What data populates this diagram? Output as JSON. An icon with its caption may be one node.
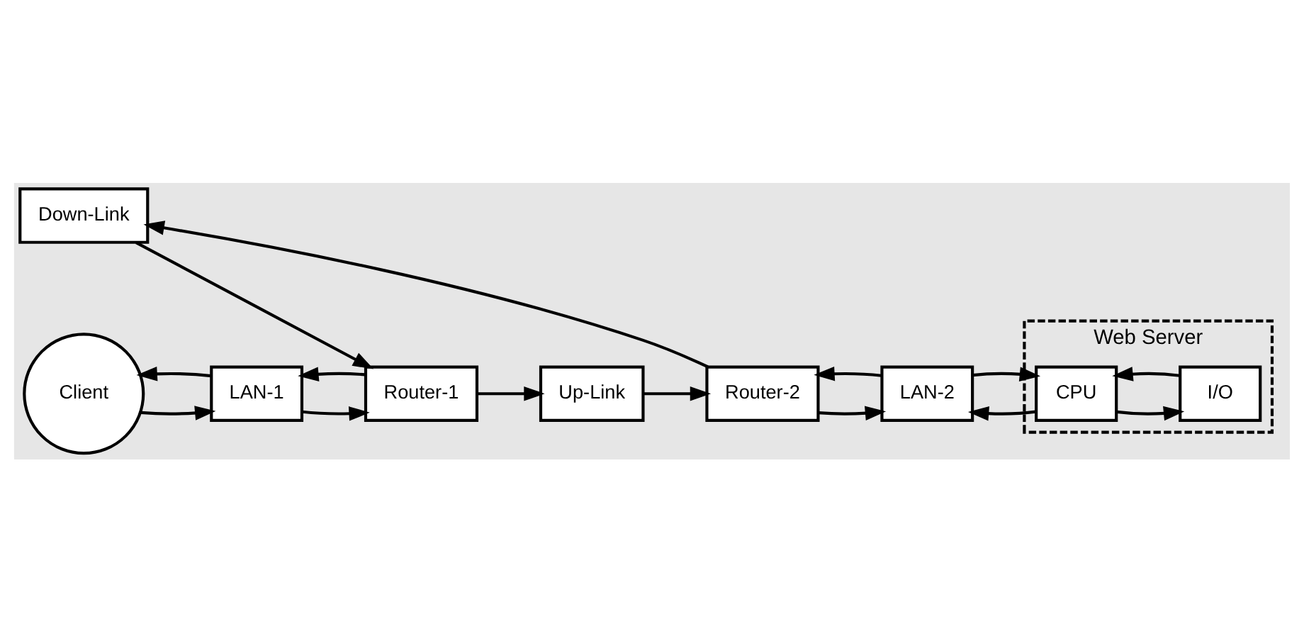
{
  "diagram": {
    "nodes": [
      {
        "text": [
          "Up-Link"
        ]
      },
      {
        "text": [
          "Web Server"
        ]
      },
      {
        "text": [
          "Client"
        ]
      },
      {
        "text": [
          "LAN-1"
        ]
      },
      {
        "text": [
          "LAN-2"
        ]
      },
      {
        "text": [
          "CPU"
        ],
        "in": 1
      },
      {
        "text": [
          "I/O"
        ],
        "in": 1
      },
      {
        "text": [
          "Router-2"
        ]
      },
      {
        "text": [
          "Router-1"
        ]
      },
      {
        "text": [
          "Down-Link"
        ]
      }
    ],
    "edges": [
      {
        "from": 2,
        "to": 3,
        "arrow": "to"
      },
      {
        "from": 8,
        "to": 3,
        "arrow": "to"
      },
      {
        "from": 8,
        "to": 0,
        "arrow": "to"
      },
      {
        "from": 0,
        "to": 7,
        "arrow": "to"
      },
      {
        "from": 4,
        "to": 7,
        "arrow": "to"
      },
      {
        "from": 4,
        "to": 5,
        "arrow": "to"
      },
      {
        "from": 6,
        "to": 5,
        "arrow": "to"
      },
      {
        "from": 3,
        "to": 2,
        "arrow": "to"
      },
      {
        "from": 3,
        "to": 8,
        "arrow": "to"
      },
      {
        "from": 7,
        "to": 9,
        "arrow": "to"
      },
      {
        "from": 7,
        "to": 4,
        "arrow": "to"
      },
      {
        "from": 9,
        "to": 8,
        "arrow": "to"
      },
      {
        "from": 5,
        "to": 4,
        "arrow": "to"
      },
      {
        "from": 5,
        "to": 6,
        "arrow": "to"
      }
    ]
  }
}
